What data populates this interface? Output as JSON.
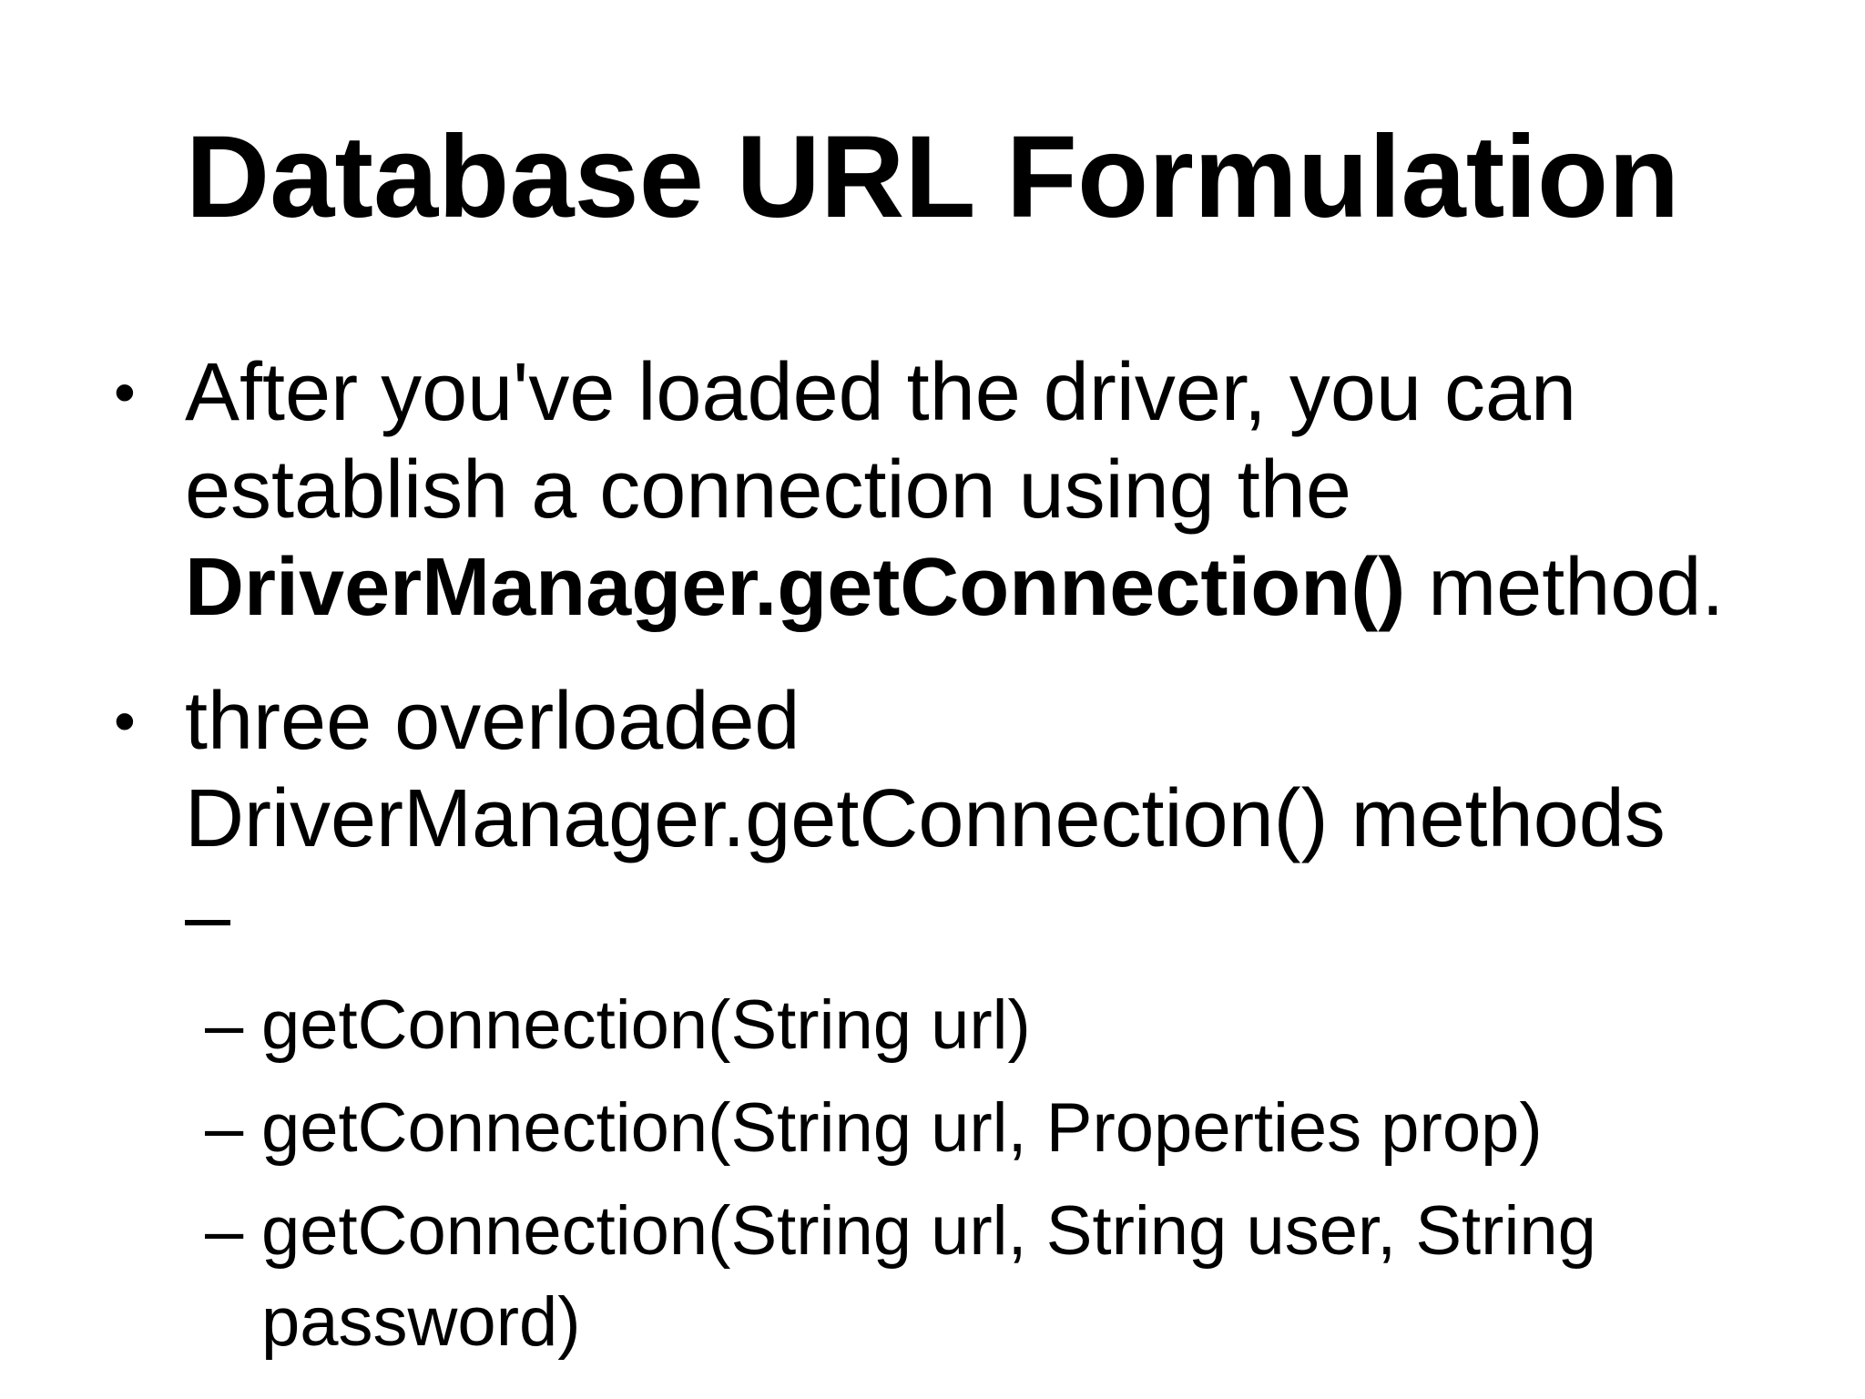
{
  "slide": {
    "title": "Database URL Formulation",
    "background_color": "#ffffff",
    "text_color": "#000000",
    "bullet_marker": "•",
    "dash_marker": "–",
    "bullets": [
      {
        "lines": [
          {
            "text": "After you've loaded the driver, you can"
          },
          {
            "text": "establish a connection using the"
          },
          {
            "bold_text": "DriverManager.getConnection()",
            "text": " method."
          }
        ]
      },
      {
        "lines": [
          {
            "text": "three overloaded"
          },
          {
            "text": "DriverManager.getConnection() methods"
          },
          {
            "text": "–"
          }
        ]
      }
    ],
    "sub_bullets": [
      {
        "lines": [
          {
            "text": "getConnection(String url)"
          }
        ]
      },
      {
        "lines": [
          {
            "text": "getConnection(String url, Properties prop)"
          }
        ]
      },
      {
        "lines": [
          {
            "text": "getConnection(String url, String user, String"
          },
          {
            "text": "password)"
          }
        ]
      }
    ]
  }
}
